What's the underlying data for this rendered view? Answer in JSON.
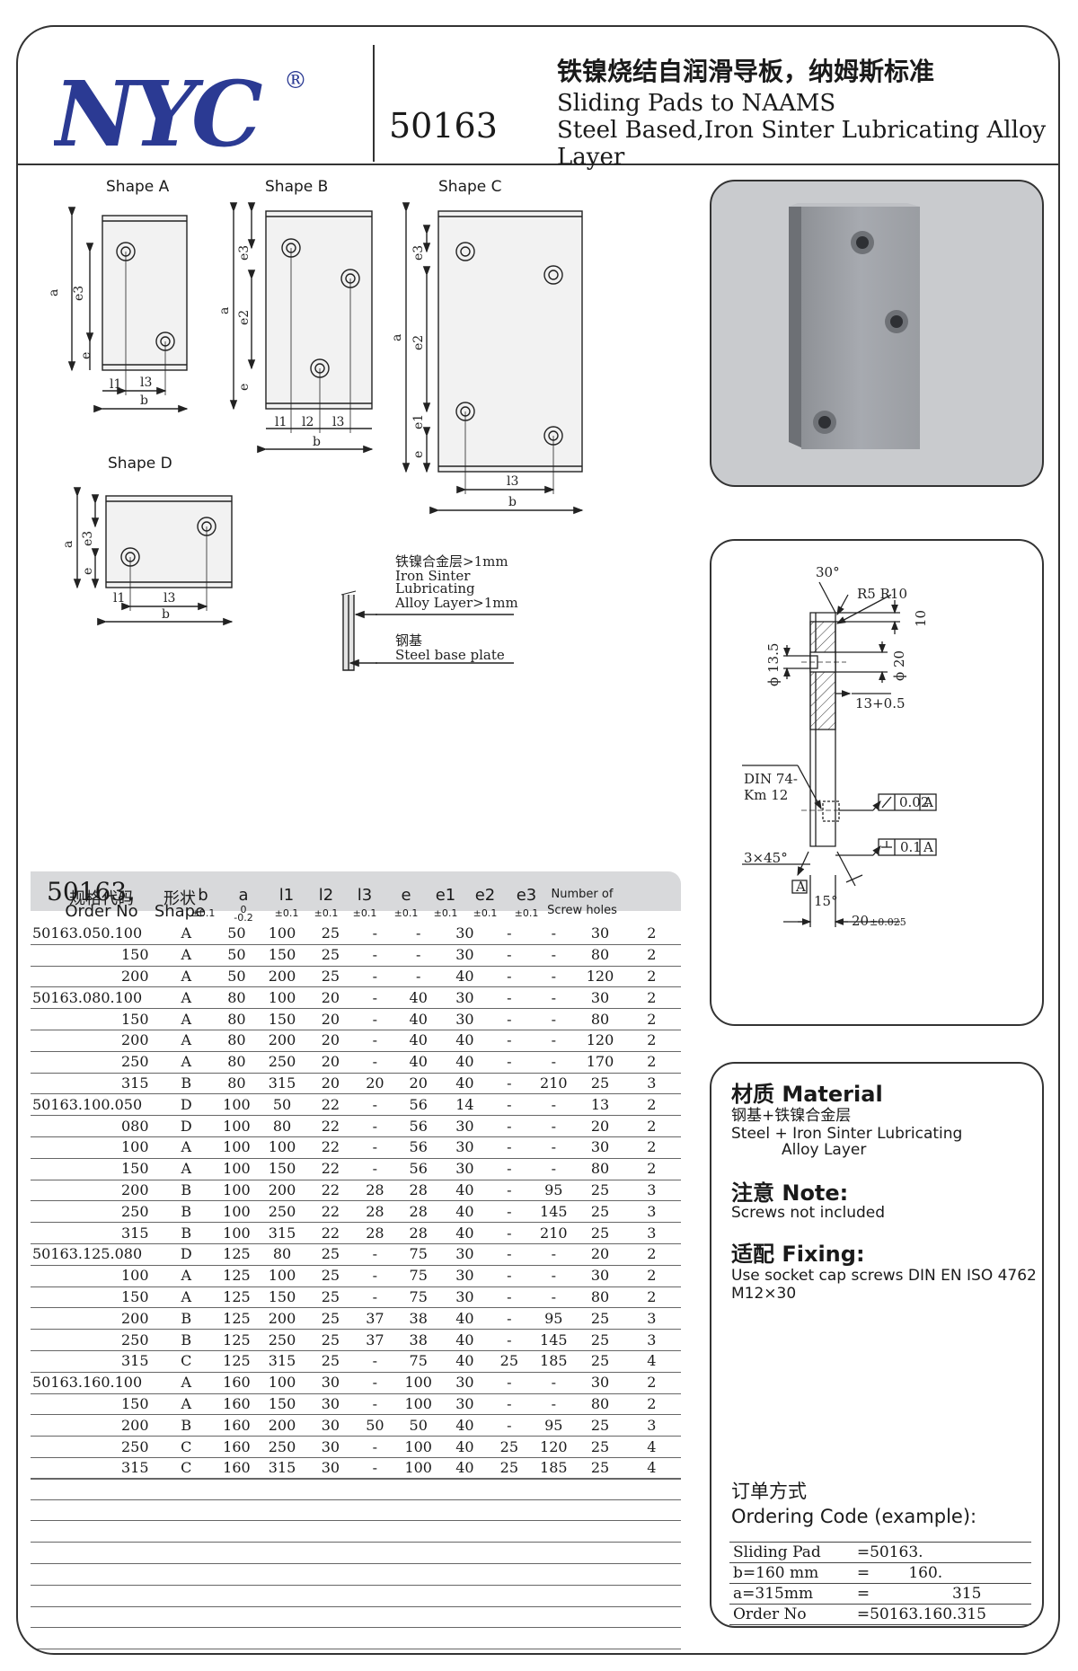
{
  "header": {
    "brand": "NYC",
    "registered": "®",
    "model": "50163",
    "title_cn": "铁镍烧结自润滑导板，纳姆斯标准",
    "title_en1": "Sliding Pads to NAAMS",
    "title_en2": "Steel Based,Iron Sinter Lubricating Alloy Layer"
  },
  "shapes": {
    "a": "Shape A",
    "b": "Shape B",
    "c": "Shape C",
    "d": "Shape D"
  },
  "dims": {
    "a": "a",
    "b": "b",
    "e": "e",
    "e1": "e1",
    "e2": "e2",
    "e3": "e3",
    "l1": "l1",
    "l2": "l2",
    "l3": "l3"
  },
  "layer": {
    "cn1": "铁镍合金层>1mm",
    "en1a": "Iron Sinter",
    "en1b": "Lubricating",
    "en1c": "Alloy Layer>1mm",
    "cn2": "钢基",
    "en2": "Steel base plate"
  },
  "section": {
    "angle": "30°",
    "r": "R5  R10",
    "d10": "10",
    "d135": "ϕ 13.5",
    "d20": "ϕ 20",
    "d13": "13+0.5",
    "din1": "DIN 74-",
    "din2": "Km 12",
    "tol1": "0.02",
    "tol2": "0.1",
    "datum": "A",
    "chamfer": "3×45°",
    "ang15": "15°",
    "thk": "20",
    "thk_tol": "±0.025"
  },
  "table": {
    "title": "50163.",
    "headers": {
      "order_cn": "规格代码",
      "order_en": "Order No",
      "shape_cn": "形状",
      "shape_en": "Shape",
      "b": "b",
      "a": "a",
      "l1": "l1",
      "l2": "l2",
      "l3": "l3",
      "e": "e",
      "e1": "e1",
      "e2": "e2",
      "e3": "e3",
      "holes1": "Number of",
      "holes2": "Screw holes",
      "tol": "±0.1",
      "tol_a_top": "0",
      "tol_a_bot": "-0.2"
    },
    "rows": [
      [
        "50163.050.100",
        "A",
        "50",
        "100",
        "25",
        "-",
        "-",
        "30",
        "-",
        "-",
        "30",
        "2"
      ],
      [
        "150",
        "A",
        "50",
        "150",
        "25",
        "-",
        "-",
        "30",
        "-",
        "-",
        "80",
        "2"
      ],
      [
        "200",
        "A",
        "50",
        "200",
        "25",
        "-",
        "-",
        "40",
        "-",
        "-",
        "120",
        "2"
      ],
      [
        "50163.080.100",
        "A",
        "80",
        "100",
        "20",
        "-",
        "40",
        "30",
        "-",
        "-",
        "30",
        "2"
      ],
      [
        "150",
        "A",
        "80",
        "150",
        "20",
        "-",
        "40",
        "30",
        "-",
        "-",
        "80",
        "2"
      ],
      [
        "200",
        "A",
        "80",
        "200",
        "20",
        "-",
        "40",
        "40",
        "-",
        "-",
        "120",
        "2"
      ],
      [
        "250",
        "A",
        "80",
        "250",
        "20",
        "-",
        "40",
        "40",
        "-",
        "-",
        "170",
        "2"
      ],
      [
        "315",
        "B",
        "80",
        "315",
        "20",
        "20",
        "20",
        "40",
        "-",
        "210",
        "25",
        "3"
      ],
      [
        "50163.100.050",
        "D",
        "100",
        "50",
        "22",
        "-",
        "56",
        "14",
        "-",
        "-",
        "13",
        "2"
      ],
      [
        "080",
        "D",
        "100",
        "80",
        "22",
        "-",
        "56",
        "30",
        "-",
        "-",
        "20",
        "2"
      ],
      [
        "100",
        "A",
        "100",
        "100",
        "22",
        "-",
        "56",
        "30",
        "-",
        "-",
        "30",
        "2"
      ],
      [
        "150",
        "A",
        "100",
        "150",
        "22",
        "-",
        "56",
        "30",
        "-",
        "-",
        "80",
        "2"
      ],
      [
        "200",
        "B",
        "100",
        "200",
        "22",
        "28",
        "28",
        "40",
        "-",
        "95",
        "25",
        "3"
      ],
      [
        "250",
        "B",
        "100",
        "250",
        "22",
        "28",
        "28",
        "40",
        "-",
        "145",
        "25",
        "3"
      ],
      [
        "315",
        "B",
        "100",
        "315",
        "22",
        "28",
        "28",
        "40",
        "-",
        "210",
        "25",
        "3"
      ],
      [
        "50163.125.080",
        "D",
        "125",
        "80",
        "25",
        "-",
        "75",
        "30",
        "-",
        "-",
        "20",
        "2"
      ],
      [
        "100",
        "A",
        "125",
        "100",
        "25",
        "-",
        "75",
        "30",
        "-",
        "-",
        "30",
        "2"
      ],
      [
        "150",
        "A",
        "125",
        "150",
        "25",
        "-",
        "75",
        "30",
        "-",
        "-",
        "80",
        "2"
      ],
      [
        "200",
        "B",
        "125",
        "200",
        "25",
        "37",
        "38",
        "40",
        "-",
        "95",
        "25",
        "3"
      ],
      [
        "250",
        "B",
        "125",
        "250",
        "25",
        "37",
        "38",
        "40",
        "-",
        "145",
        "25",
        "3"
      ],
      [
        "315",
        "C",
        "125",
        "315",
        "25",
        "-",
        "75",
        "40",
        "25",
        "185",
        "25",
        "4"
      ],
      [
        "50163.160.100",
        "A",
        "160",
        "100",
        "30",
        "-",
        "100",
        "30",
        "-",
        "-",
        "30",
        "2"
      ],
      [
        "150",
        "A",
        "160",
        "150",
        "30",
        "-",
        "100",
        "30",
        "-",
        "-",
        "80",
        "2"
      ],
      [
        "200",
        "B",
        "160",
        "200",
        "30",
        "50",
        "50",
        "40",
        "-",
        "95",
        "25",
        "3"
      ],
      [
        "250",
        "C",
        "160",
        "250",
        "30",
        "-",
        "100",
        "40",
        "25",
        "120",
        "25",
        "4"
      ],
      [
        "315",
        "C",
        "160",
        "315",
        "30",
        "-",
        "100",
        "40",
        "25",
        "185",
        "25",
        "4"
      ]
    ]
  },
  "info": {
    "material_h": "材质 Material",
    "material_cn": "钢基+铁镍合金层",
    "material_en1": "Steel + Iron Sinter Lubricating",
    "material_en2": "Alloy Layer",
    "note_h": "注意 Note:",
    "note_t": "Screws not included",
    "fix_h": "适配 Fixing:",
    "fix_t1": "Use socket cap screws DIN EN ISO 4762",
    "fix_t2": "M12×30",
    "order_cn": "订单方式",
    "order_en": "Ordering Code (example):",
    "order_rows": [
      [
        "Sliding Pad",
        "=50163."
      ],
      [
        "b=160 mm",
        "=        160."
      ],
      [
        "a=315mm",
        "=                 315"
      ],
      [
        "Order No",
        "=50163.160.315"
      ]
    ]
  },
  "colors": {
    "brand": "#2b3a93",
    "panel_gray": "#c9cbce"
  }
}
